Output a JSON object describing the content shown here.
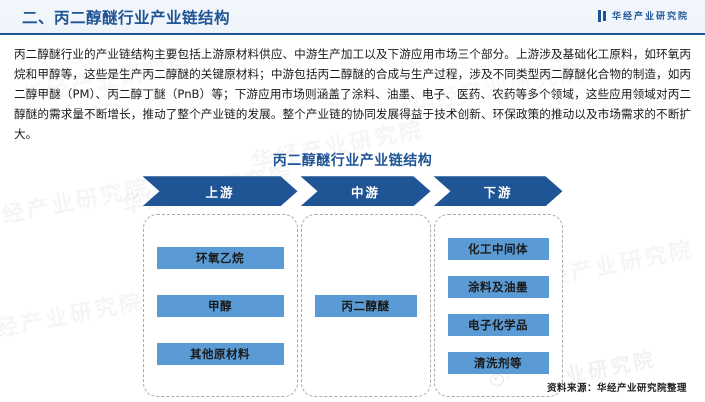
{
  "header": {
    "title": "二、丙二醇醚行业产业链结构",
    "brand": "华经产业研究院"
  },
  "article": {
    "paragraph": "丙二醇醚行业的产业链结构主要包括上游原材料供应、中游生产加工以及下游应用市场三个部分。上游涉及基础化工原料，如环氧丙烷和甲醇等，这些是生产丙二醇醚的关键原材料；中游包括丙二醇醚的合成与生产过程，涉及不同类型丙二醇醚化合物的制造，如丙二醇甲醚（PM）、丙二醇丁醚（PnB）等；下游应用市场则涵盖了涂料、油墨、电子、医药、农药等多个领域，这些应用领域对丙二醇醚的需求量不断增长，推动了整个产业链的发展。整个产业链的协同发展得益于技术创新、环保政策的推动以及市场需求的不断扩大。"
  },
  "figure": {
    "title": "丙二醇醚行业产业链结构",
    "stages": [
      {
        "label": "上游",
        "nodes": [
          "环氧乙烷",
          "甲醇",
          "其他原材料"
        ]
      },
      {
        "label": "中游",
        "nodes": [
          "丙二醇醚"
        ]
      },
      {
        "label": "下游",
        "nodes": [
          "化工中间体",
          "涂料及油墨",
          "电子化学品",
          "清洗剂等"
        ]
      }
    ]
  },
  "footer": {
    "source": "资料来源：华经产业研究院整理"
  },
  "watermark": {
    "text": "华经产业研究院"
  },
  "colors": {
    "accent": "#1f5495",
    "node": "#5b9bd5",
    "header_bg": "#eef4fa"
  }
}
